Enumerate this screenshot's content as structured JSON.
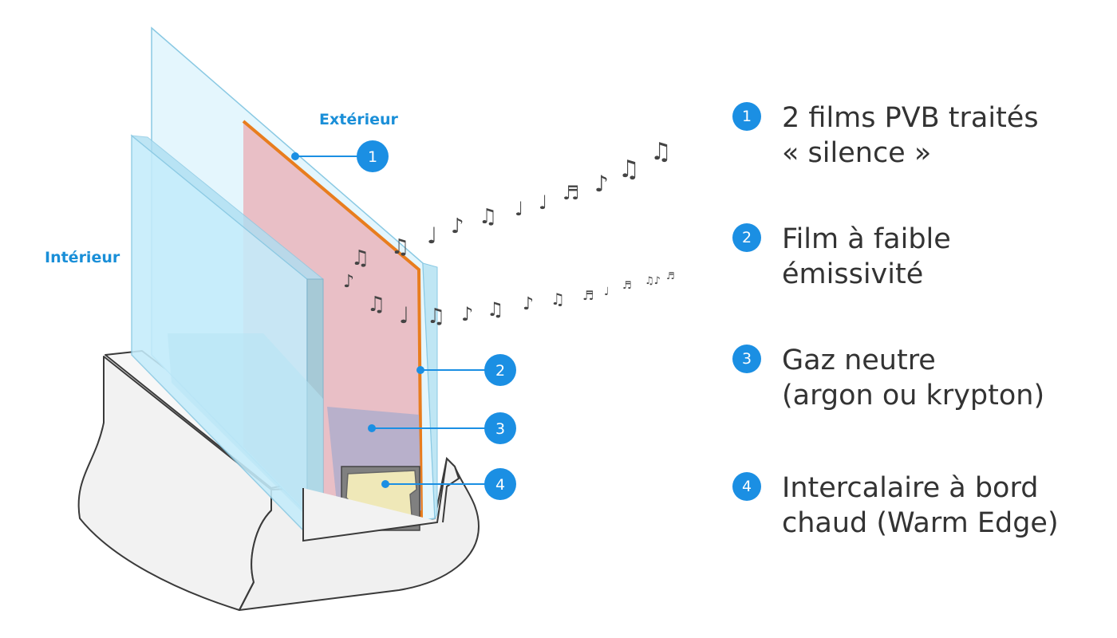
{
  "labels": {
    "exterior": "Extérieur",
    "interior": "Intérieur"
  },
  "callouts": [
    "1",
    "2",
    "3",
    "4"
  ],
  "legend": [
    {
      "number": "1",
      "lines": [
        "2 films PVB traités",
        "« silence »"
      ]
    },
    {
      "number": "2",
      "lines": [
        "Film à faible",
        "émissivité"
      ]
    },
    {
      "number": "3",
      "lines": [
        "Gaz neutre",
        "(argon ou krypton)"
      ]
    },
    {
      "number": "4",
      "lines": [
        "Intercalaire à bord",
        "chaud (Warm Edge)"
      ]
    }
  ],
  "colors": {
    "accent": "#1b8fe3",
    "label_blue": "#1a8fd8",
    "glass": "#c4ecfb",
    "low_e_film": "#e9b9c0",
    "pvb_film": "#e87d1e",
    "gas": "#b3aecb",
    "spacer": "#efe8b8",
    "frame": "#f2f2f2",
    "text": "#333333"
  },
  "icons": [
    "music-note-icon"
  ]
}
